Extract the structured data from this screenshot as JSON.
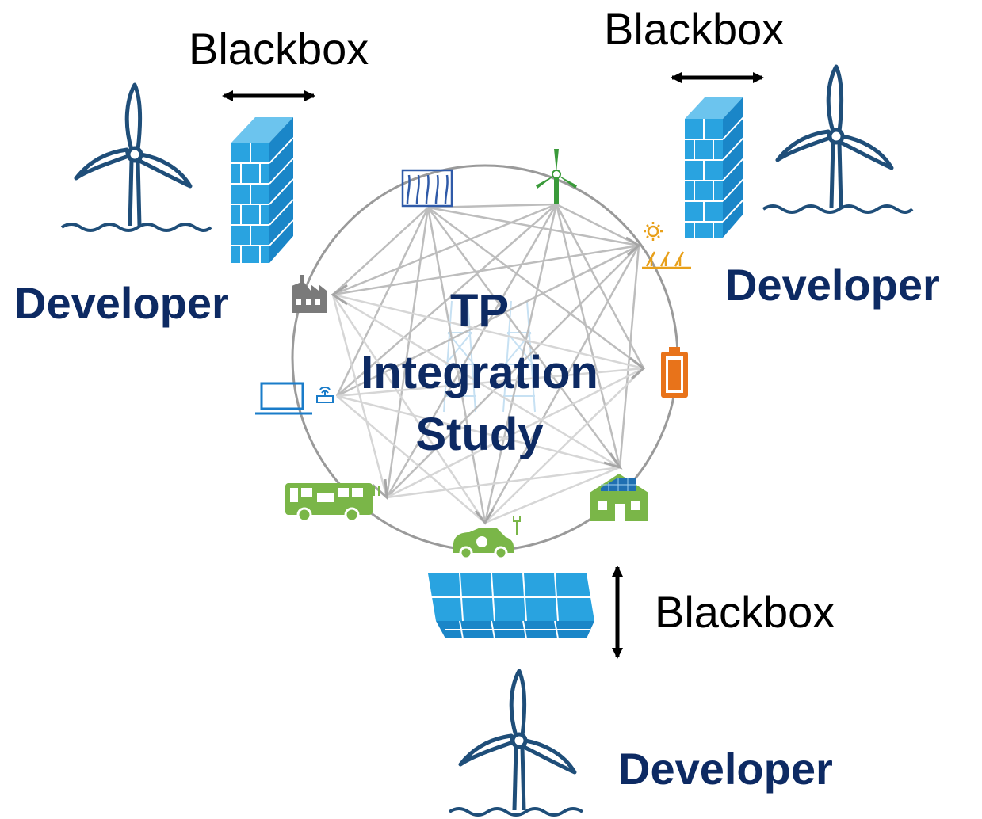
{
  "labels": {
    "blackbox_top_left": "Blackbox",
    "blackbox_top_right": "Blackbox",
    "blackbox_bottom": "Blackbox",
    "developer_left": "Developer",
    "developer_right": "Developer",
    "developer_bottom": "Developer",
    "center_line1": "TP",
    "center_line2": "Integration",
    "center_line3": "Study"
  },
  "colors": {
    "navy": "#0d2a63",
    "turbine_blue": "#1f4e79",
    "firewall_blue": "#29a3e0",
    "green": "#7ab648",
    "orange": "#e8731a",
    "gray_line": "#a6a6a6",
    "laptop_blue": "#1a7cc9"
  },
  "icons": [
    "wind-turbine-icon",
    "firewall-icon",
    "hydro-dam-icon",
    "wind-turbine-icon",
    "solar-farm-icon",
    "factory-icon",
    "battery-icon",
    "laptop-icon",
    "router-icon",
    "electric-bus-icon",
    "electric-car-icon",
    "solar-house-icon",
    "transmission-tower-icon",
    "double-arrow-icon"
  ]
}
